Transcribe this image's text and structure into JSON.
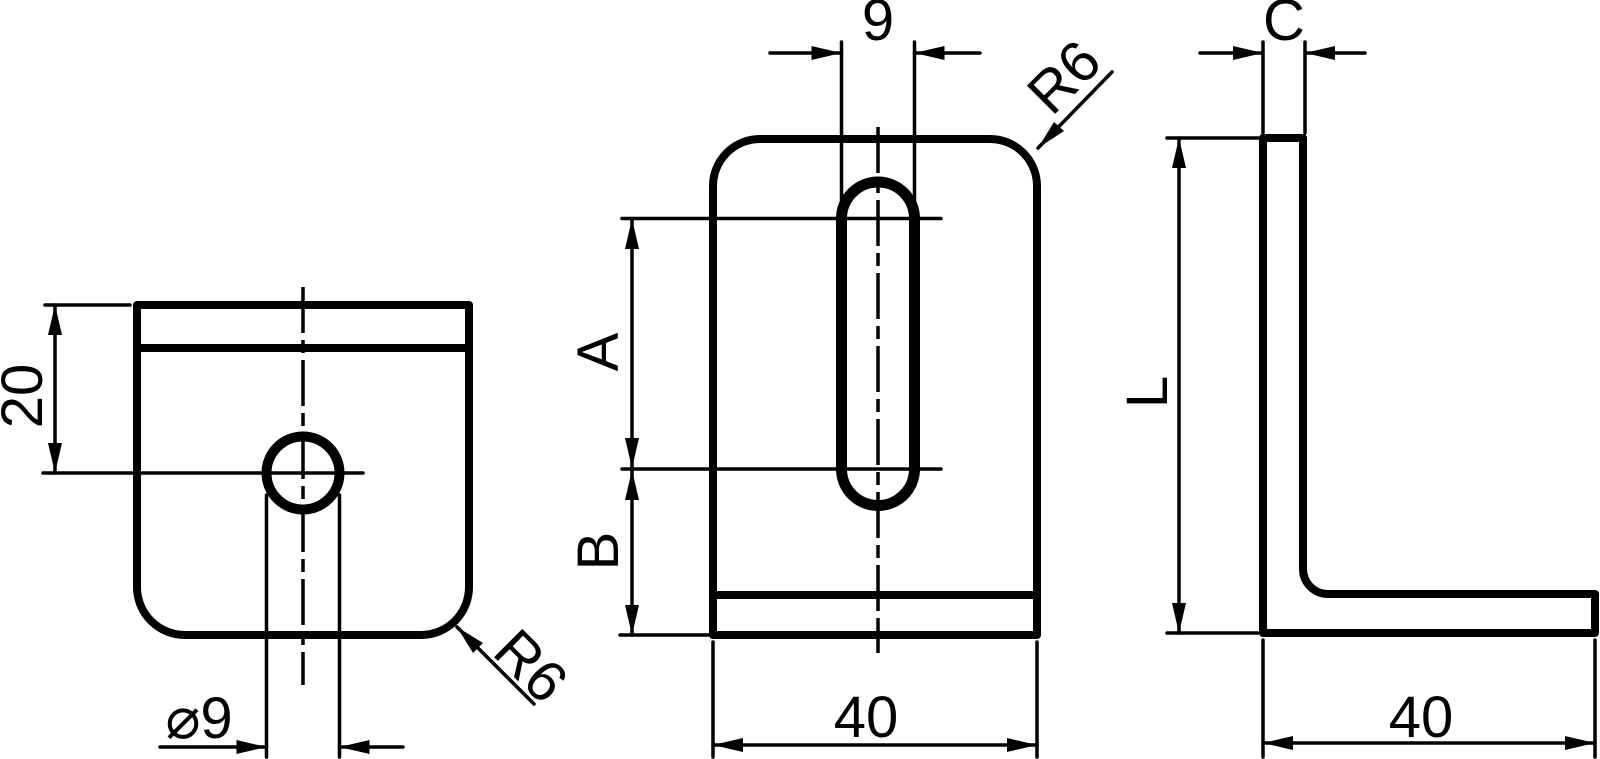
{
  "drawing_type": "technical-drawing-angle-bracket-three-views",
  "colors": {
    "line": "#000000",
    "background": "#ffffff"
  },
  "views": {
    "top_view": {
      "dim_depth": "20",
      "dim_hole": "⌀9",
      "dim_radius": "R6"
    },
    "front_view": {
      "dim_slot_width": "9",
      "dim_radius": "R6",
      "dim_a": "A",
      "dim_b": "B",
      "dim_width": "40"
    },
    "side_view": {
      "dim_thickness": "C",
      "dim_length": "L",
      "dim_depth": "40"
    }
  }
}
